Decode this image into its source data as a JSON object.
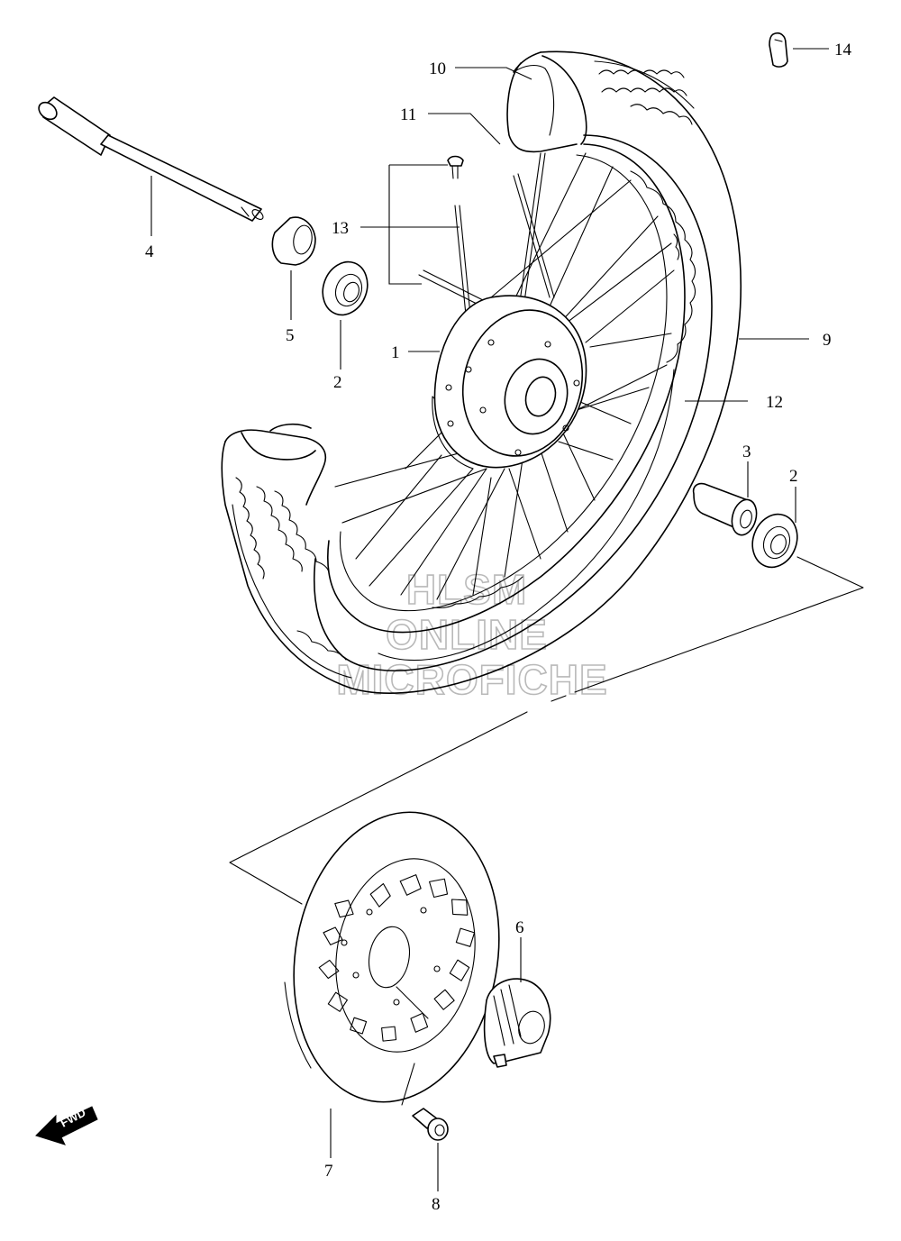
{
  "diagram": {
    "callouts": [
      {
        "id": "c1",
        "label": "1"
      },
      {
        "id": "c2a",
        "label": "2"
      },
      {
        "id": "c2b",
        "label": "2"
      },
      {
        "id": "c3",
        "label": "3"
      },
      {
        "id": "c4",
        "label": "4"
      },
      {
        "id": "c5",
        "label": "5"
      },
      {
        "id": "c6",
        "label": "6"
      },
      {
        "id": "c7",
        "label": "7"
      },
      {
        "id": "c8",
        "label": "8"
      },
      {
        "id": "c9",
        "label": "9"
      },
      {
        "id": "c10",
        "label": "10"
      },
      {
        "id": "c11",
        "label": "11"
      },
      {
        "id": "c12",
        "label": "12"
      },
      {
        "id": "c13",
        "label": "13"
      },
      {
        "id": "c14",
        "label": "14"
      }
    ],
    "watermark": {
      "line1": "HLSM",
      "line2": "ONLINE",
      "line3": "MICROFICHE"
    },
    "direction_arrow": "FWD"
  }
}
